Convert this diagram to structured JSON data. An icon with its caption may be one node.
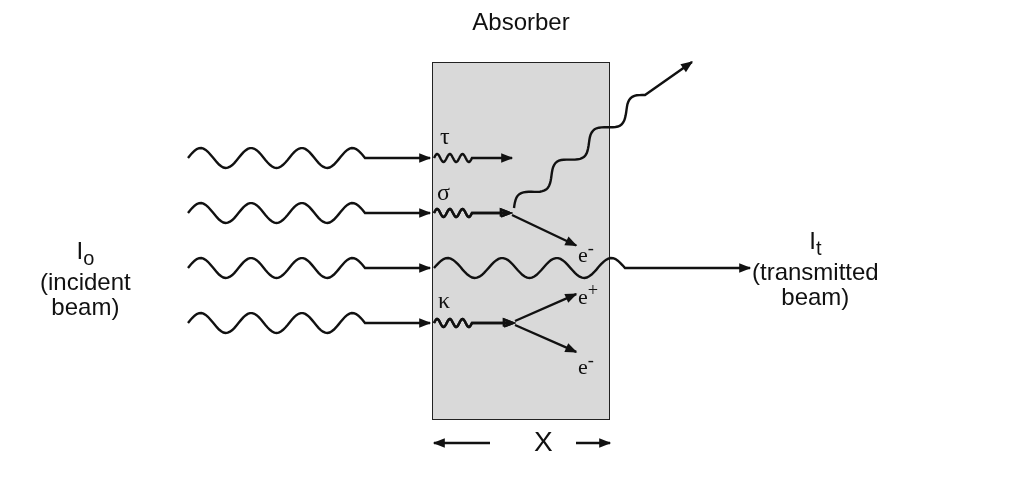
{
  "diagram": {
    "nodes": [
      {
        "text": [
          "Absorber"
        ]
      },
      {
        "text": [
          "e$^{-}$"
        ],
        "in": 0
      },
      {
        "text": [
          "e$^{+}$"
        ],
        "in": 0
      },
      {
        "text": [
          "e$^{-}$"
        ],
        "in": 0
      },
      {
        "text": [
          "I$_{t}$ (transmitted beam)"
        ]
      }
    ],
    "edges": [
      {
        "from": null,
        "to": 0,
        "arrow": "to"
      },
      {
        "from": null,
        "to": 0,
        "arrow": "to"
      },
      {
        "from": null,
        "to": 0,
        "arrow": "to"
      },
      {
        "from": null,
        "to": 0,
        "arrow": "to"
      },
      {
        "from": 0,
        "to": null,
        "arrow": "to",
        "label": "τ"
      },
      {
        "from": 0,
        "to": 1,
        "arrow": "to",
        "label": "σ"
      },
      {
        "from": 0,
        "to": null,
        "arrow": "to"
      },
      {
        "from": 0,
        "to": 4,
        "arrow": "to"
      },
      {
        "from": 0,
        "to": 2,
        "arrow": "to",
        "label": "κ"
      },
      {
        "from": 0,
        "to": 3,
        "arrow": "to"
      }
    ],
    "labels": [
      "I$_{o}$ (incident beam)",
      "X"
    ]
  }
}
